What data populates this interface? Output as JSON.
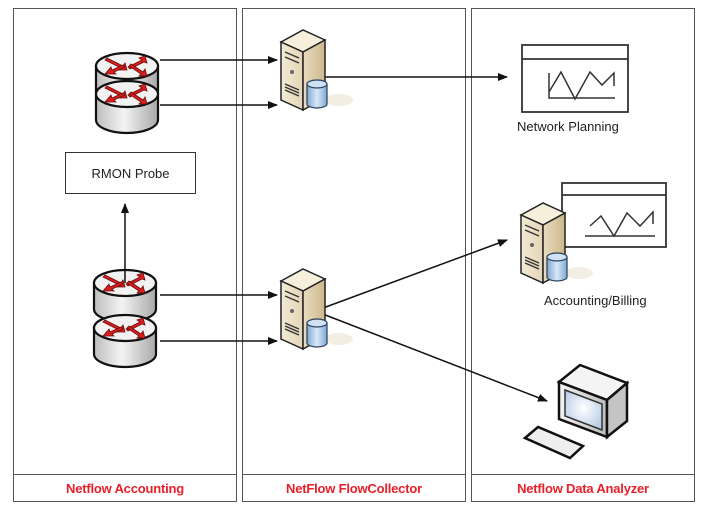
{
  "diagram": {
    "panels": [
      {
        "id": "accounting",
        "label": "Netflow Accounting"
      },
      {
        "id": "collector",
        "label": "NetFlow FlowCollector"
      },
      {
        "id": "analyzer",
        "label": "Netflow Data Analyzer"
      }
    ],
    "nodes": {
      "probe": "RMON Probe",
      "network_planning": "Network Planning",
      "accounting_billing": "Accounting/Billing"
    },
    "icons": {
      "router": "router-icon",
      "server": "server-icon",
      "chart_window": "chart-window-icon",
      "workstation": "workstation-icon"
    },
    "colors": {
      "footer_text": "#e8202a",
      "router_arrows": "#d81e1e",
      "server_body": "#e8dcc0",
      "database": "#a9c8e8"
    },
    "connections": [
      {
        "from": "router-1",
        "to": "collector-1"
      },
      {
        "from": "router-2",
        "to": "collector-1"
      },
      {
        "from": "router-3",
        "to": "probe"
      },
      {
        "from": "router-3",
        "to": "collector-2"
      },
      {
        "from": "router-4",
        "to": "collector-2"
      },
      {
        "from": "collector-1",
        "to": "network_planning"
      },
      {
        "from": "collector-2",
        "to": "accounting_billing"
      },
      {
        "from": "collector-2",
        "to": "workstation"
      }
    ]
  }
}
